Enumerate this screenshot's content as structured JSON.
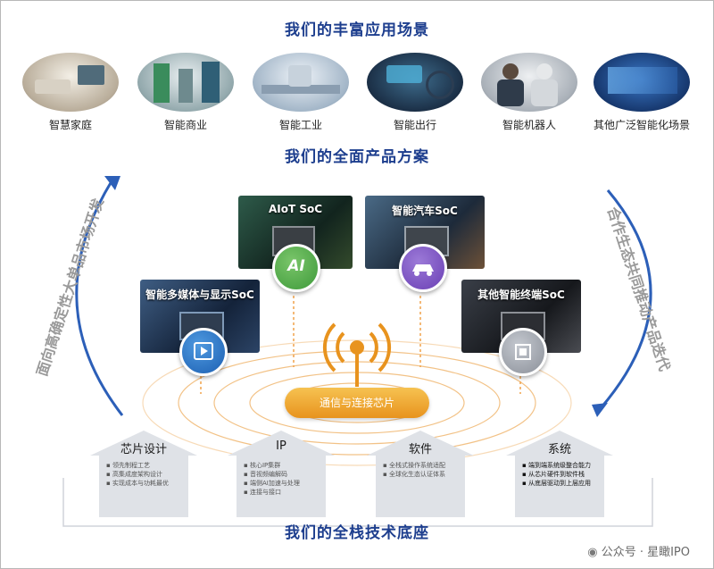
{
  "titles": {
    "scenarios": "我们的丰富应用场景",
    "products": "我们的全面产品方案",
    "tech": "我们的全栈技术底座"
  },
  "scenarios": [
    {
      "label": "智慧家庭"
    },
    {
      "label": "智能商业"
    },
    {
      "label": "智能工业"
    },
    {
      "label": "智能出行"
    },
    {
      "label": "智能机器人"
    },
    {
      "label": "其他广泛智能化场景"
    }
  ],
  "products": {
    "aiot": "AIoT SoC",
    "auto": "智能汽车SoC",
    "media": "智能多媒体与显示SoC",
    "terminal": "其他智能终端SoC",
    "hub": "通信与连接芯片",
    "ai_mark": "AI"
  },
  "side_text": {
    "left": "面向高确定性大单品市场开发",
    "right": "合作生态共同推动产品迭代"
  },
  "pillars": [
    {
      "title": "芯片设计",
      "bullets": [
        "▪ 领先制程工艺",
        "▪ 高集成度架构设计",
        "▪ 实现成本与功耗最优"
      ]
    },
    {
      "title": "IP",
      "bullets": [
        "▪ 核心IP集群",
        "▪ 音视频编解码",
        "▪ 端侧AI加速与处理",
        "▪ 连接与接口"
      ]
    },
    {
      "title": "软件",
      "bullets": [
        "▪ 全栈式操作系统适配",
        "▪ 全球化生态认证体系"
      ]
    },
    {
      "title": "系统",
      "bullets": [
        "▪ 端到端系统级整合能力",
        "▪ 从芯片硬件到软件栈",
        "▪ 从底层驱动到上层应用"
      ]
    }
  ],
  "watermark": "公众号 · 星瞰IPO",
  "colors": {
    "title_blue": "#1d3e8e",
    "arc_blue": "#2c5fb8",
    "hub_orange": "#eda12c"
  }
}
